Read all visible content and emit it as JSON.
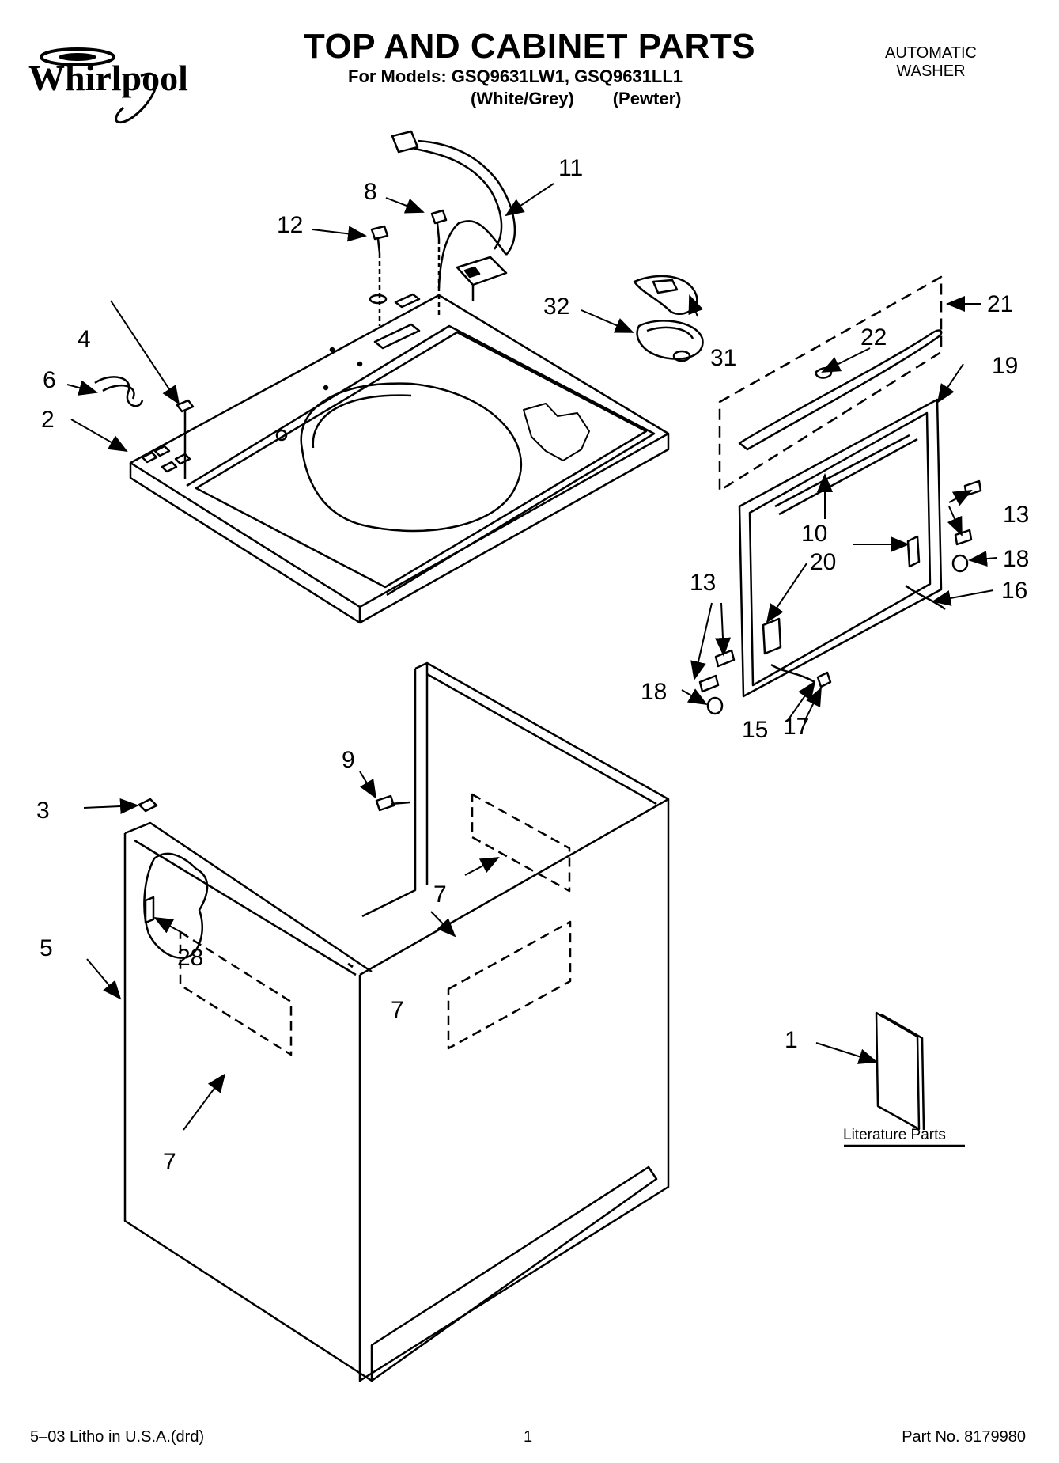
{
  "header": {
    "brand": "Whirlpool",
    "title": "TOP AND CABINET PARTS",
    "models_line": "For Models: GSQ9631LW1, GSQ9631LL1",
    "color_white": "(White/Grey)",
    "color_pewter": "(Pewter)",
    "appliance_line1": "AUTOMATIC",
    "appliance_line2": "WASHER"
  },
  "callouts": {
    "c1": "1",
    "c2": "2",
    "c3": "3",
    "c4": "4",
    "c5": "5",
    "c6": "6",
    "c7a": "7",
    "c7b": "7",
    "c7c": "7",
    "c8": "8",
    "c9": "9",
    "c10": "10",
    "c11": "11",
    "c12": "12",
    "c13a": "13",
    "c13b": "13",
    "c15": "15",
    "c16": "16",
    "c17": "17",
    "c18a": "18",
    "c18b": "18",
    "c19": "19",
    "c20": "20",
    "c21": "21",
    "c22": "22",
    "c28": "28",
    "c31": "31",
    "c32": "32"
  },
  "literature_label": "Literature Parts",
  "footer": {
    "print_info": "5–03 Litho in U.S.A.(drd)",
    "page_number": "1",
    "part_number": "Part No. 8179980"
  }
}
